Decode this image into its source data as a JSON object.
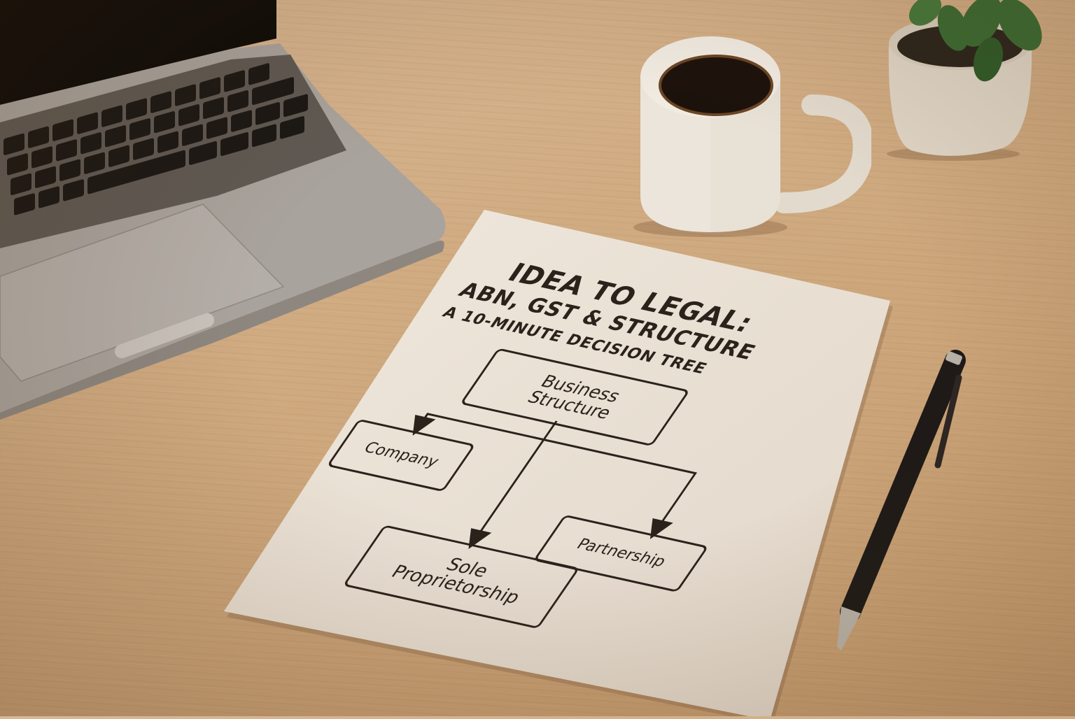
{
  "scene": {
    "description": "Desk with laptop, coffee mug, potted plant, pen and a printed decision-tree sheet",
    "colors": {
      "desk": "#cfa97f",
      "paper": "#ece3d8",
      "ink": "#2a221b",
      "laptop_body": "#a9a39d",
      "mug": "#e8e1d6",
      "coffee": "#1c120c",
      "plant_leaf": "#3b6a32",
      "pen_body": "#1e1a17",
      "pen_metal": "#b9b2a8"
    }
  },
  "document": {
    "title": "IDEA TO LEGAL:",
    "subtitle": "ABN, GST & STRUCTURE",
    "tagline": "A 10-MINUTE DECISION TREE",
    "tree": {
      "root": {
        "line1": "Business",
        "line2": "Structure"
      },
      "children": [
        {
          "label": "Company"
        },
        {
          "line1": "Sole",
          "line2": "Proprietorship"
        },
        {
          "label": "Partnership"
        }
      ]
    }
  }
}
